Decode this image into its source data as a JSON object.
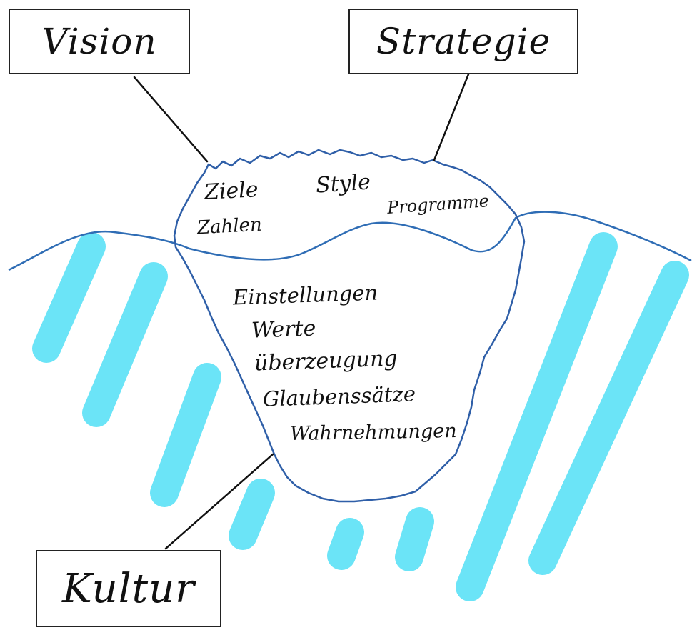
{
  "boxes": {
    "vision": "Vision",
    "strategie": "Strategie",
    "kultur": "Kultur"
  },
  "above_water": {
    "ziele": "Ziele",
    "zahlen": "Zahlen",
    "style": "Style",
    "programme": "Programme"
  },
  "below_water": {
    "einstellungen": "Einstellungen",
    "werte": "Werte",
    "ueberzeugung": "überzeugung",
    "glaubenssaetze": "Glaubenssätze",
    "wahrnehmungen": "Wahrnehmungen"
  },
  "colors": {
    "water_line": "#2f6db5",
    "iceberg_outline": "#2f5fa8",
    "water_stripes": "#6be4f7",
    "ink": "#111111"
  }
}
